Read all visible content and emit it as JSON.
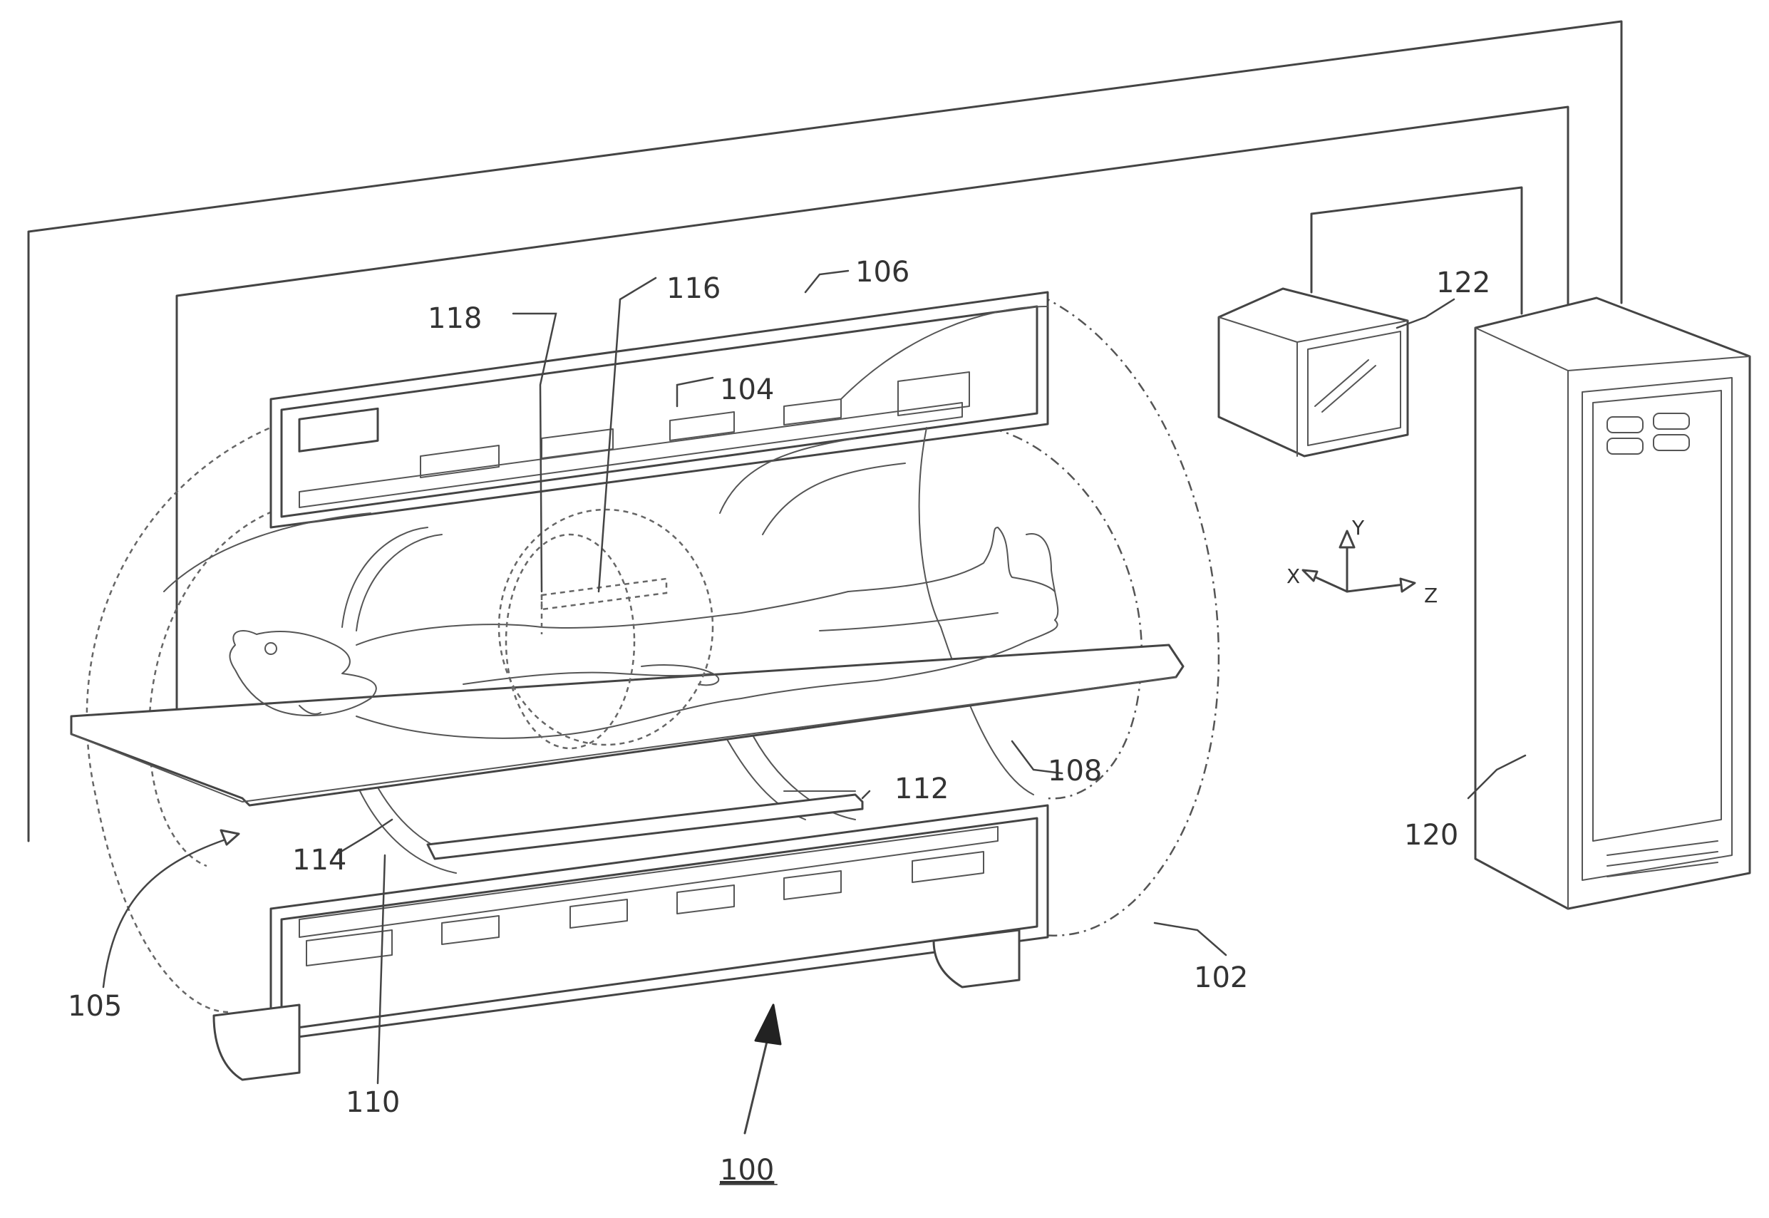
{
  "figure": {
    "reference_numerals": {
      "system": "100",
      "magnet_assembly": "102",
      "magnet_coils": "104",
      "bore": "105",
      "cryostat": "106",
      "imaging_zone": "108",
      "subject": "110",
      "subject_support": "112",
      "gradient_coil": "114",
      "rf_coil": "116",
      "transceiver": "118",
      "computer": "120",
      "display": "122"
    },
    "axes": {
      "x": "X",
      "y": "Y",
      "z": "Z"
    }
  }
}
